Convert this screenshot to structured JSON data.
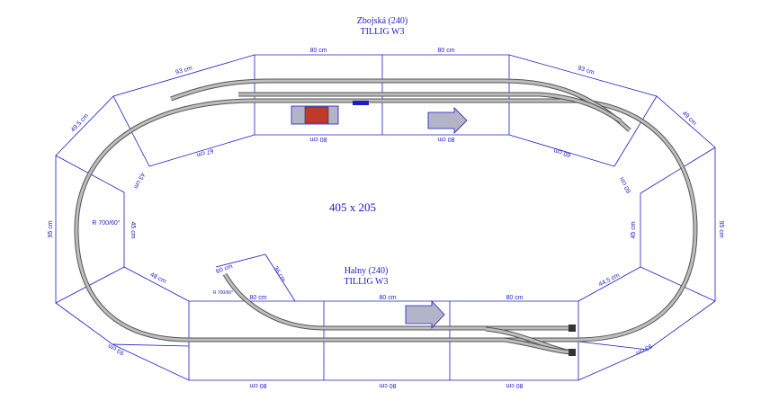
{
  "upper_station": {
    "name": "Zbojská (240)",
    "model": "TILLIG W3"
  },
  "lower_station": {
    "name": "Halny (240)",
    "model": "TILLIG W3"
  },
  "layout_size": "405 x 205",
  "labels": {
    "top_80_left": "80 cm",
    "top_80_right": "80 cm",
    "top_80_left_inner": "80 cm",
    "top_80_right_inner": "80 cm",
    "top_left_93": "93 cm",
    "top_right_93": "93 cm",
    "left_49": "49,5 cm",
    "right_49": "49 cm",
    "left_95": "95 cm",
    "right_95": "95 cm",
    "left_inner_45": "45 cm",
    "right_inner_45": "45 cm",
    "radius": "R 700/60°",
    "radius_small": "R 700/60°",
    "bottom_80_a": "80 cm",
    "bottom_80_b": "80 cm",
    "bottom_80_c": "80 cm",
    "bottom_80_d": "80 cm",
    "bottom_80_e": "80 cm",
    "bottom_80_f": "80 cm",
    "bottom_left_93": "93 cm",
    "bottom_right_93": "93 cm",
    "left_48": "48 cm",
    "right_44": "44,5 cm",
    "diag_36": "36 cm",
    "diag_60": "60 cm",
    "inner_67": "67 cm",
    "inner_43": "43 cm",
    "inner_60a": "60 cm",
    "inner_60b": "60 cm"
  },
  "colors": {
    "frame": "#1c1cc8",
    "building_fill": "#b4b4c8",
    "station_building": "#c0392b",
    "rail_dark": "#555555",
    "rail_light": "#bdbdbd"
  }
}
